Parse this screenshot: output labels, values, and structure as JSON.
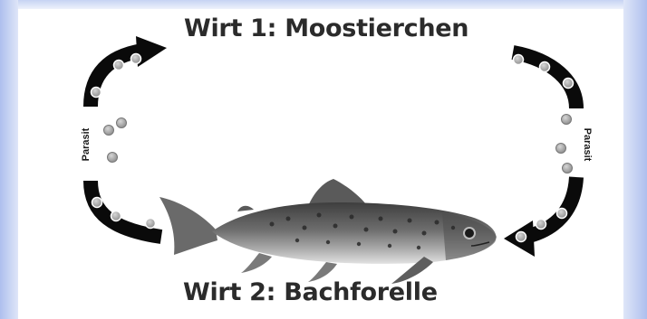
{
  "hosts": [
    {
      "label": "Wirt 1: Moostierchen"
    },
    {
      "label": "Wirt 2: Bachforelle"
    }
  ],
  "cycle": {
    "left_label": "Parasit",
    "right_label": "Parasit"
  },
  "colors": {
    "arrow": "#0a0a0a",
    "spore_fill": "#9a9a9a",
    "spore_stroke": "#ffffff",
    "text": "#2b2b2b",
    "fish_body": "#6b6b6b",
    "fish_belly": "#dcdcdc",
    "frame": "#aebfee"
  },
  "images": {
    "fish": "brown-trout-photo"
  }
}
